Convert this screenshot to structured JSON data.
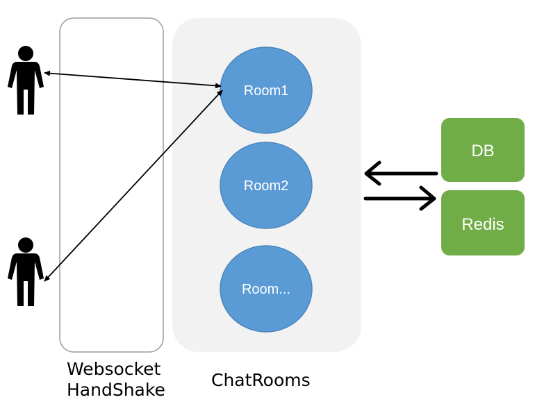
{
  "diagram": {
    "handshake": {
      "label_line1": "Websocket",
      "label_line2": "HandShake"
    },
    "chatrooms": {
      "label": "ChatRooms"
    },
    "rooms": [
      "Room1",
      "Room2",
      "Room..."
    ],
    "stores": [
      "DB",
      "Redis"
    ],
    "users": [
      "user-top",
      "user-bottom"
    ]
  },
  "colors": {
    "room_fill": "#5b9bd5",
    "store_fill": "#70ad47",
    "panel_fill": "#f2f2f2",
    "handshake_border": "#9a9a9a",
    "person": "#000000"
  }
}
